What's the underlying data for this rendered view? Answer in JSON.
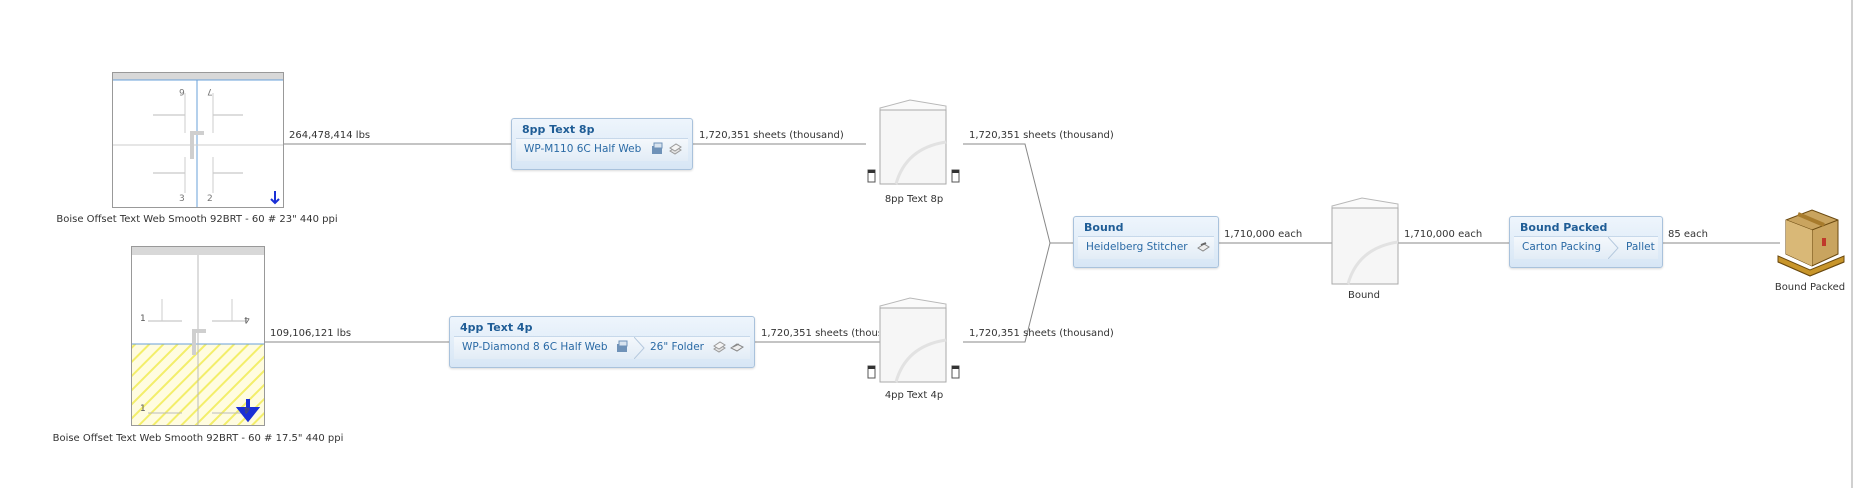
{
  "stock": [
    {
      "caption": "Boise Offset Text Web Smooth 92BRT - 60 # 23\" 440 ppi",
      "qty": "264,478,414 lbs",
      "page_numbers": [
        "6",
        "7",
        "3",
        "2"
      ]
    },
    {
      "caption": "Boise Offset Text Web Smooth 92BRT - 60 # 17.5\" 440 ppi",
      "qty": "109,106,121 lbs",
      "page_numbers": [
        "1",
        "4",
        "1",
        "4"
      ]
    }
  ],
  "processes": {
    "text8": {
      "title": "8pp Text 8p",
      "steps": [
        "WP-M110 6C Half Web"
      ]
    },
    "text4": {
      "title": "4pp Text 4p",
      "steps": [
        "WP-Diamond 8 6C Half Web",
        "26\" Folder"
      ]
    },
    "bound": {
      "title": "Bound",
      "steps": [
        "Heidelberg Stitcher"
      ]
    },
    "packed": {
      "title": "Bound Packed",
      "steps": [
        "Carton Packing",
        "Pallet"
      ]
    }
  },
  "flows": {
    "text8_out": "1,720,351 sheets (thousand)",
    "text8_doc_out": "1,720,351 sheets (thousand)",
    "text4_out": "1,720,351 sheets (thousan",
    "text4_doc_out": "1,720,351 sheets (thousand)",
    "bound_out": "1,710,000 each",
    "bound_doc_out": "1,710,000 each",
    "packed_out": "85 each"
  },
  "documents": {
    "text8": "8pp Text 8p",
    "text4": "4pp Text 4p",
    "bound": "Bound",
    "packed": "Bound Packed"
  },
  "colors": {
    "process_title": "#1f5d96",
    "process_step": "#2a6aa5",
    "arrow": "#1a2fd6",
    "hatch": "#f3ee6a",
    "wire": "#888888"
  }
}
